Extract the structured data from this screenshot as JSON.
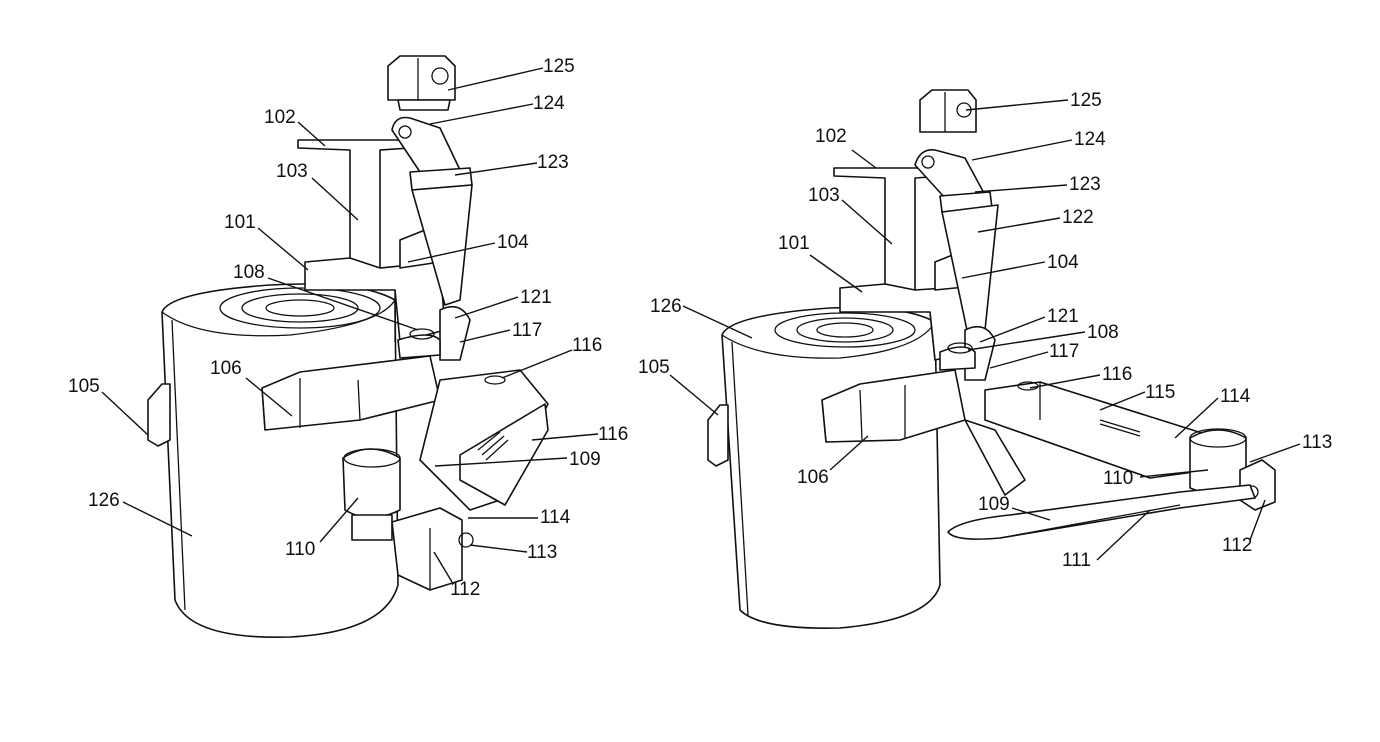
{
  "figure": {
    "views": [
      {
        "id": "left",
        "callouts": [
          "125",
          "124",
          "102",
          "123",
          "103",
          "101",
          "104",
          "108",
          "121",
          "117",
          "116",
          "106",
          "105",
          "116",
          "109",
          "126",
          "110",
          "114",
          "113",
          "112"
        ]
      },
      {
        "id": "right",
        "callouts": [
          "125",
          "124",
          "102",
          "123",
          "103",
          "122",
          "101",
          "104",
          "126",
          "121",
          "108",
          "117",
          "105",
          "116",
          "115",
          "114",
          "113",
          "106",
          "110",
          "109",
          "112",
          "111"
        ]
      }
    ]
  }
}
